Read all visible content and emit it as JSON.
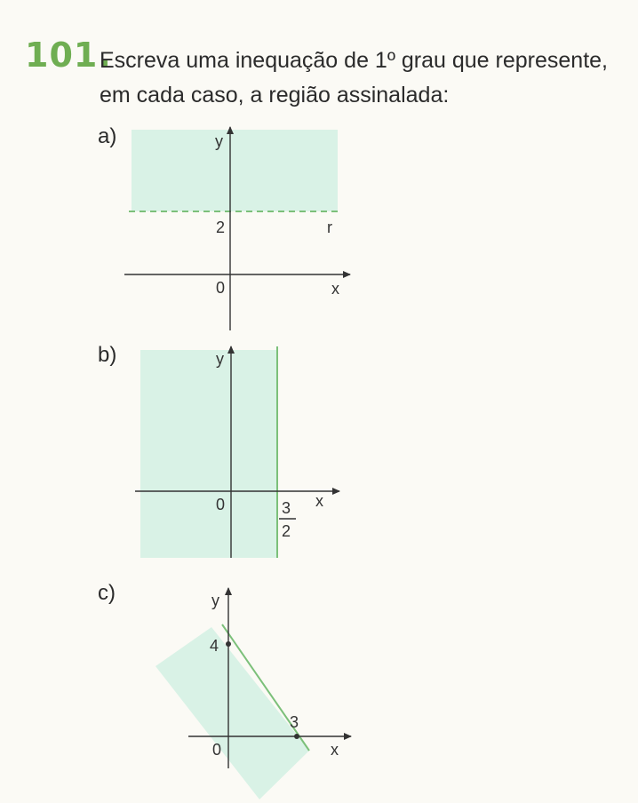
{
  "exercise": {
    "number": "101",
    "dot": ".",
    "line1": "Escreva uma inequação de 1º grau que represente,",
    "line2": "em cada caso, a região assinalada:"
  },
  "items": [
    {
      "label": "a)",
      "y_axis": "y",
      "x_axis": "x",
      "origin": "0",
      "y_tick": "2",
      "line_label": "r"
    },
    {
      "label": "b)",
      "y_axis": "y",
      "x_axis": "x",
      "origin": "0",
      "frac_num": "3",
      "frac_den": "2"
    },
    {
      "label": "c)",
      "y_axis": "y",
      "x_axis": "x",
      "origin": "0",
      "y_tick": "4",
      "x_tick": "3"
    }
  ],
  "colors": {
    "accent": "#6fae52",
    "region": "#d9f2e6",
    "line": "#7cc07a"
  }
}
